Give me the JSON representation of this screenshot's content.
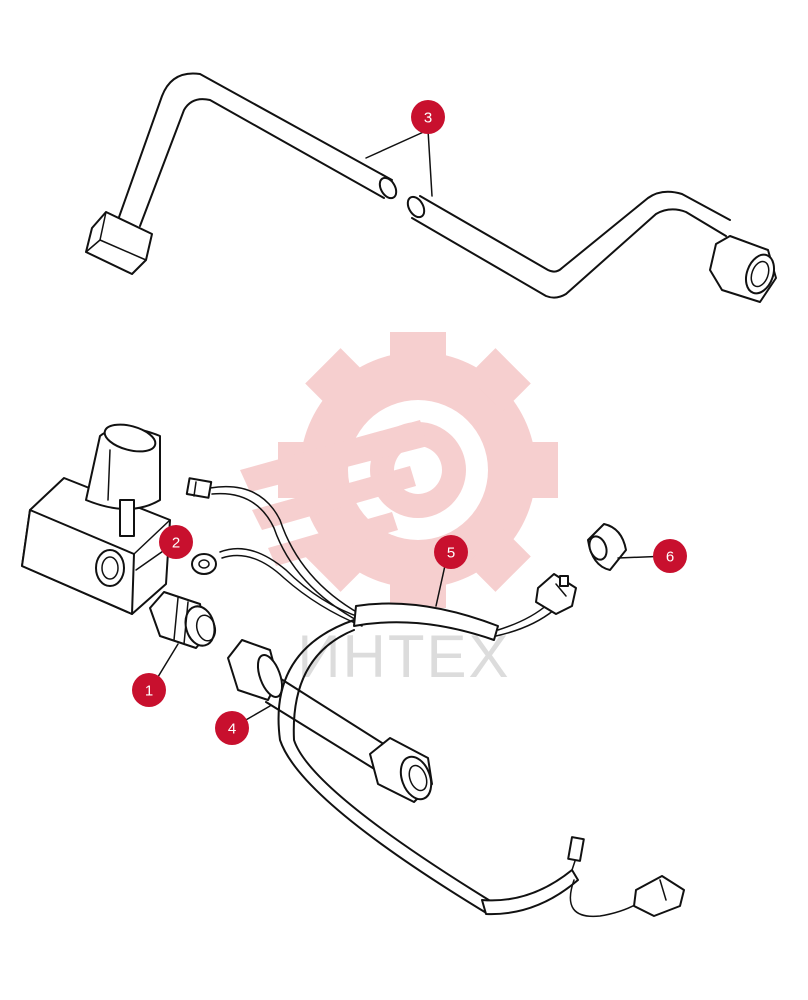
{
  "watermark": {
    "text": "ИНТЕХ",
    "color": "#f6c9c9",
    "text_color": "#dadada"
  },
  "callout_color": "#c8102e",
  "callouts": [
    {
      "id": "1",
      "label": "1"
    },
    {
      "id": "2",
      "label": "2"
    },
    {
      "id": "3",
      "label": "3"
    },
    {
      "id": "4",
      "label": "4"
    },
    {
      "id": "5",
      "label": "5"
    },
    {
      "id": "6",
      "label": "6"
    }
  ]
}
